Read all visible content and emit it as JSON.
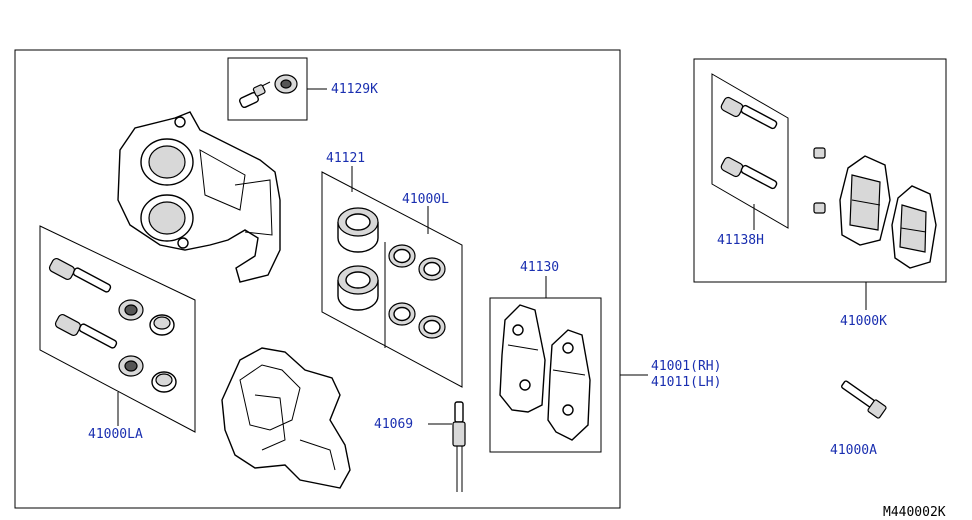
{
  "labels": {
    "l41129k": "41129K",
    "l41121": "41121",
    "l41000l": "41000L",
    "l41130": "41130",
    "l41069": "41069",
    "l41000la": "41000LA",
    "l41001": "41001(RH)",
    "l41011": "41011(LH)",
    "l41138h": "41138H",
    "l41000k": "41000K",
    "l41000a": "41000A"
  },
  "reference_code": "M440002K"
}
